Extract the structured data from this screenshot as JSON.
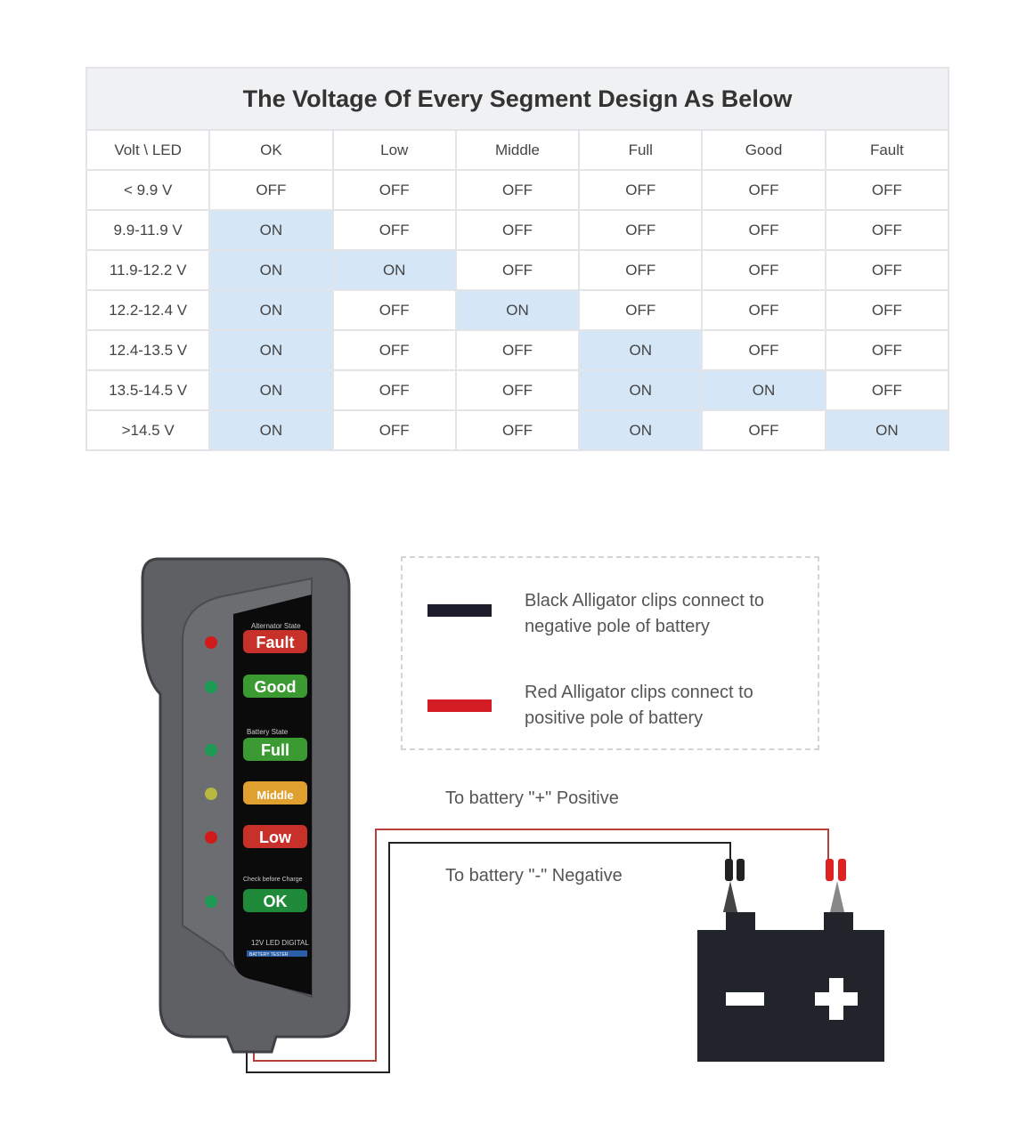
{
  "table": {
    "title": "The Voltage Of Every Segment Design As Below",
    "headers": [
      "Volt \\ LED",
      "OK",
      "Low",
      "Middle",
      "Full",
      "Good",
      "Fault"
    ],
    "rows": [
      {
        "range": "< 9.9 V",
        "cells": [
          "OFF",
          "OFF",
          "OFF",
          "OFF",
          "OFF",
          "OFF"
        ]
      },
      {
        "range": "9.9-11.9 V",
        "cells": [
          "ON",
          "OFF",
          "OFF",
          "OFF",
          "OFF",
          "OFF"
        ]
      },
      {
        "range": "11.9-12.2 V",
        "cells": [
          "ON",
          "ON",
          "OFF",
          "OFF",
          "OFF",
          "OFF"
        ]
      },
      {
        "range": "12.2-12.4 V",
        "cells": [
          "ON",
          "OFF",
          "ON",
          "OFF",
          "OFF",
          "OFF"
        ]
      },
      {
        "range": "12.4-13.5 V",
        "cells": [
          "ON",
          "OFF",
          "OFF",
          "ON",
          "OFF",
          "OFF"
        ]
      },
      {
        "range": "13.5-14.5 V",
        "cells": [
          "ON",
          "OFF",
          "OFF",
          "ON",
          "ON",
          "OFF"
        ]
      },
      {
        "range": ">14.5 V",
        "cells": [
          "ON",
          "OFF",
          "OFF",
          "ON",
          "OFF",
          "ON"
        ]
      }
    ],
    "on_color": "#d5e6f6"
  },
  "device": {
    "alternator_state": "Alternator State",
    "battery_state": "Battery State",
    "check_before_charge": "Check before Charge",
    "brand": "12V LED DIGITAL",
    "tester": "BATTERY TESTER",
    "leds": [
      {
        "label": "Fault",
        "color": "#c8302a",
        "led": "#d11a1a"
      },
      {
        "label": "Good",
        "color": "#3c9a33",
        "led": "#1e9a55"
      },
      {
        "label": "Full",
        "color": "#3c9a33",
        "led": "#1e9a55"
      },
      {
        "label": "Middle",
        "color": "#e0a030",
        "led": "#b8b840"
      },
      {
        "label": "Low",
        "color": "#c8302a",
        "led": "#d11a1a"
      },
      {
        "label": "OK",
        "color": "#1f8a3a",
        "led": "#1e9a55"
      }
    ]
  },
  "legend": {
    "black": "Black Alligator clips connect to negative pole of battery",
    "red": "Red Alligator clips connect to positive pole of battery"
  },
  "wiring": {
    "positive": "To battery \"+\" Positive",
    "negative": "To battery \"-\" Negative"
  }
}
